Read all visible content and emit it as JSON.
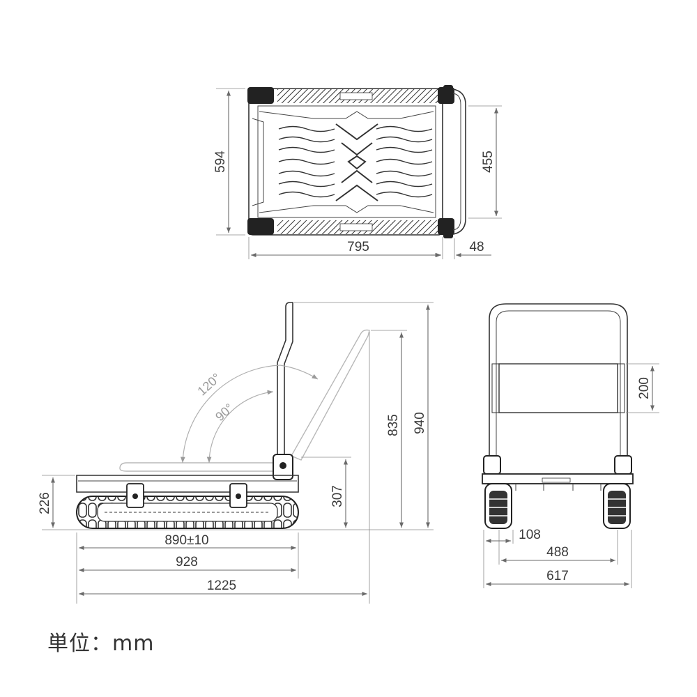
{
  "dimensions": {
    "top_width": "795",
    "top_handle_depth": "48",
    "top_depth": "594",
    "top_inner_depth": "455",
    "side_height_total": "940",
    "side_height_handle_tilted": "835",
    "side_platform_height": "307",
    "side_base_height": "226",
    "side_wheelbase": "890±10",
    "side_track_length": "928",
    "side_total_length": "1225",
    "front_panel_height": "200",
    "front_wheel_width": "108",
    "front_inner_width": "488",
    "front_total_width": "617"
  },
  "angles": {
    "wide": "120°",
    "narrow": "90°"
  },
  "unit_label": "単位：mm",
  "colors": {
    "line": "#333333",
    "dimension": "#6a6a6a",
    "angle": "#9a9a9a",
    "background": "#ffffff"
  }
}
